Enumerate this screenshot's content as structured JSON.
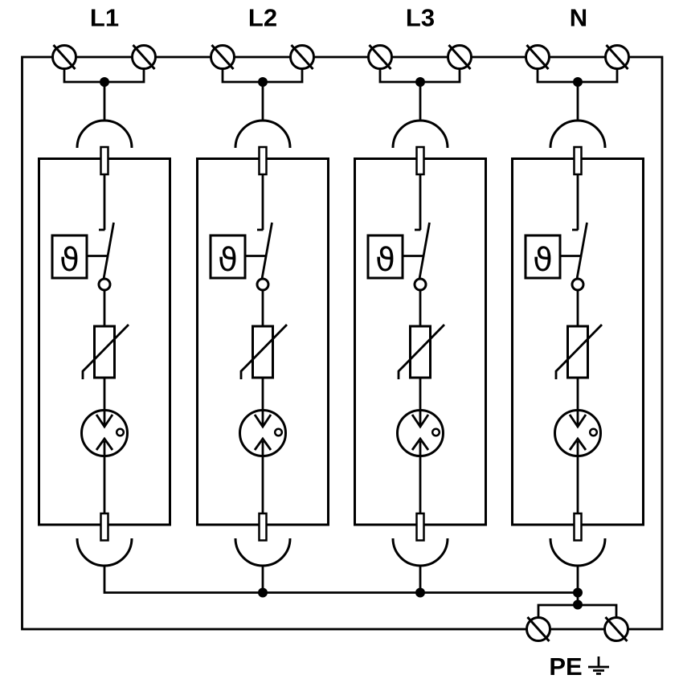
{
  "diagram": {
    "background_color": "#ffffff",
    "line_color": "#000000",
    "phases": [
      {
        "label": "L1"
      },
      {
        "label": "L2"
      },
      {
        "label": "L3"
      },
      {
        "label": "N"
      }
    ],
    "pe": {
      "label": "PE"
    },
    "thermal_symbol": "ϑ",
    "icons": {
      "screw_terminal": "circle-with-diagonal-slash",
      "module_socket_top": "downward-opening-arc",
      "module_socket_bottom": "upward-opening-arc",
      "module_pin": "small-vertical-rectangle",
      "thermal_disconnector": "boxed-theta-with-switch-blade",
      "varistor": "rectangle-with-diagonal-line",
      "gas_discharge_tube": "circle-with-facing-arrows-and-dot",
      "earth_ground": "three-bar-ground-symbol"
    }
  }
}
